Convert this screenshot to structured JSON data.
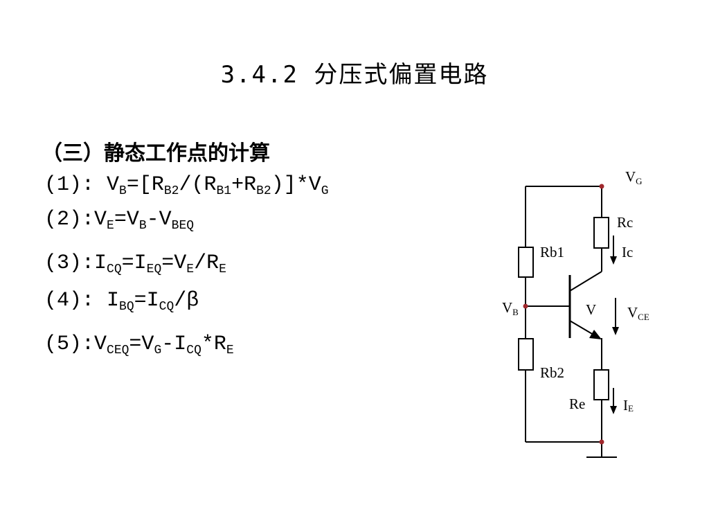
{
  "title": "3.4.2 分压式偏置电路",
  "subtitle": "（三）静态工作点的计算",
  "equations": {
    "eq1": {
      "prefix": "(1): V",
      "t1": "=[R",
      "t2": "/(R",
      "t3": "+R",
      "t4": ")]*V",
      "s1": "B",
      "s2": "B2",
      "s3": "B1",
      "s4": "B2",
      "s5": "G"
    },
    "eq2": {
      "prefix": "(2):V",
      "t1": "=V",
      "t2": "-V",
      "s1": "E",
      "s2": "B",
      "s3": "BEQ"
    },
    "eq3": {
      "prefix": "(3):I",
      "t1": "=I",
      "t2": "=V",
      "t3": "/R",
      "s1": "CQ",
      "s2": "EQ",
      "s3": "E",
      "s4": "E"
    },
    "eq4": {
      "prefix": "(4): I",
      "t1": "=I",
      "t2": "/β",
      "s1": "BQ",
      "s2": "CQ"
    },
    "eq5": {
      "prefix": "(5):V",
      "t1": "=V",
      "t2": "-I",
      "t3": "*R",
      "s1": "CEQ",
      "s2": "G",
      "s3": "CQ",
      "s4": "E"
    }
  },
  "circuit": {
    "vg": {
      "main": "V",
      "sub": "G"
    },
    "vb": {
      "main": "V",
      "sub": "B"
    },
    "vce": {
      "main": "V",
      "sub": "CE"
    },
    "ie": {
      "main": "I",
      "sub": "E"
    },
    "rc": "Rc",
    "ic": "Ic",
    "rb1": "Rb1",
    "rb2": "Rb2",
    "v": "V",
    "re": "Re"
  }
}
